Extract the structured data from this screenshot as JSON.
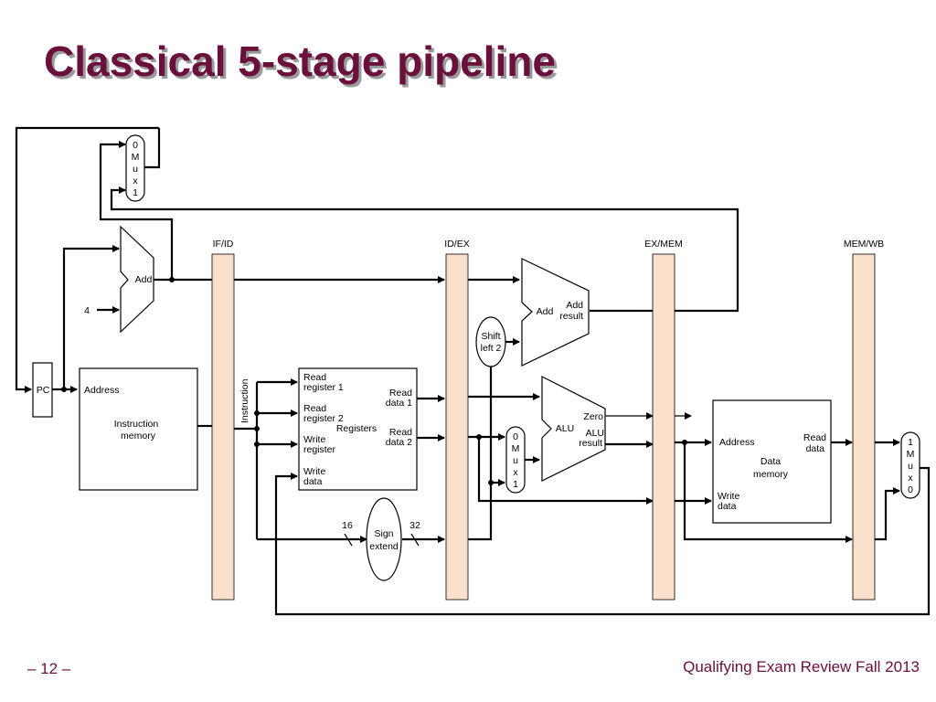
{
  "slide": {
    "title": "Classical 5-stage pipeline",
    "page_number": "– 12 –",
    "footer": "Qualifying Exam Review Fall 2013"
  },
  "diagram": {
    "pipeline_registers": [
      "IF/ID",
      "ID/EX",
      "EX/MEM",
      "MEM/WB"
    ],
    "pc": "PC",
    "const_four": "4",
    "pc_adder": "Add",
    "pc_mux": [
      "0",
      "M",
      "u",
      "x",
      "1"
    ],
    "instruction_memory": {
      "address": "Address",
      "name_line1": "Instruction",
      "name_line2": "memory"
    },
    "instruction_label": "Instruction",
    "registers": {
      "read_register_1": [
        "Read",
        "register 1"
      ],
      "read_register_2": [
        "Read",
        "register 2"
      ],
      "write_register": [
        "Write",
        "register"
      ],
      "write_data": [
        "Write",
        "data"
      ],
      "read_data_1": [
        "Read",
        "data 1"
      ],
      "read_data_2": [
        "Read",
        "data 2"
      ],
      "name": "Registers"
    },
    "sign_extend": {
      "line1": "Sign",
      "line2": "extend",
      "in_bits": "16",
      "out_bits": "32"
    },
    "shift_left_2": [
      "Shift",
      "left 2"
    ],
    "branch_adder": {
      "name": "Add",
      "result": [
        "Add",
        "result"
      ]
    },
    "alu_mux": [
      "0",
      "M",
      "u",
      "x",
      "1"
    ],
    "alu": {
      "name": "ALU",
      "zero": "Zero",
      "result": [
        "ALU",
        "result"
      ]
    },
    "data_memory": {
      "address": "Address",
      "write_data": [
        "Write",
        "data"
      ],
      "read_data": [
        "Read",
        "data"
      ],
      "name": [
        "Data",
        "memory"
      ]
    },
    "wb_mux": [
      "1",
      "M",
      "u",
      "x",
      "0"
    ]
  }
}
